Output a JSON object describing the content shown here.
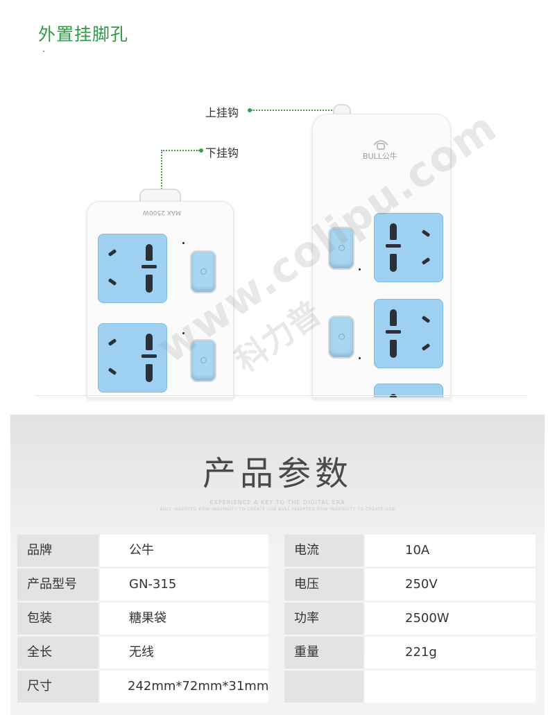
{
  "header": {
    "title": "外置挂脚孔"
  },
  "callouts": {
    "upper_hook": "上挂钩",
    "lower_hook": "下挂钩"
  },
  "product": {
    "left_strip_label": "MAX 2500W",
    "right_strip_brand": "BULL公牛"
  },
  "watermark": {
    "cn": "科力普",
    "url": "www.colipu.com"
  },
  "spec": {
    "heading": "产品参数",
    "sub_en_1": "EXPERIENCE A KEY TO THE DIGITAL ERA",
    "sub_en_2": "BULL INSERTED ROW INGENUITY TO CREATE USB BULL INSERTED ROW INGENUITY TO CREATE USB",
    "left_rows": [
      {
        "label": "品牌",
        "value": "公牛"
      },
      {
        "label": "产品型号",
        "value": "GN-315"
      },
      {
        "label": "包装",
        "value": "糖果袋"
      },
      {
        "label": "全长",
        "value": "无线"
      },
      {
        "label": "尺寸",
        "value": "242mm*72mm*31mm"
      }
    ],
    "right_rows": [
      {
        "label": "电流",
        "value": "10A"
      },
      {
        "label": "电压",
        "value": "250V"
      },
      {
        "label": "功率",
        "value": "2500W"
      },
      {
        "label": "重量",
        "value": "221g"
      },
      {
        "label": "",
        "value": ""
      }
    ]
  },
  "colors": {
    "accent_green": "#2e9a45",
    "socket_blue": "#9dd0f1"
  }
}
